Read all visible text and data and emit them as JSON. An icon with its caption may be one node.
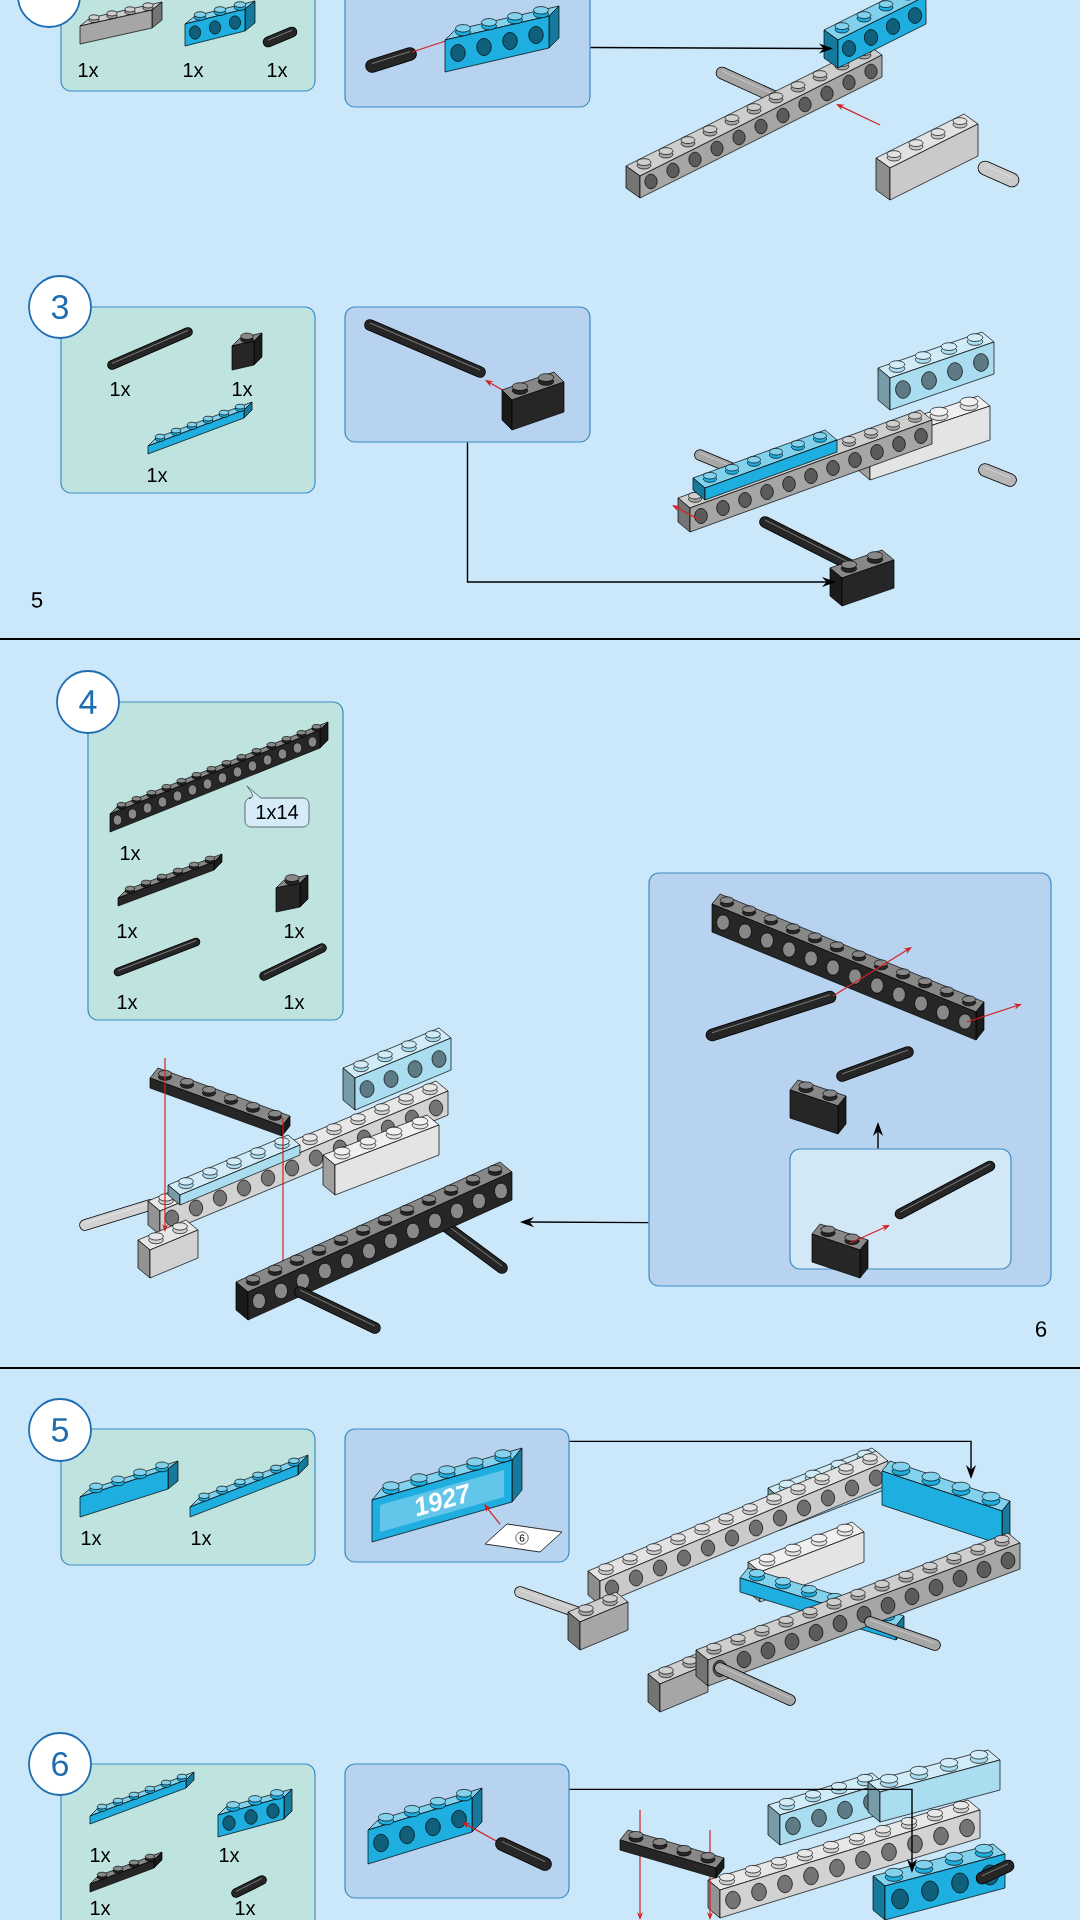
{
  "diagram": {
    "nodes": [
      {
        "text": [],
        "shape": "circle"
      },
      {
        "text": [
          "1x",
          "1x",
          "1x"
        ]
      },
      {
        "text": [],
        "shape": "box"
      },
      {
        "text": [],
        "shape": "picture"
      },
      {
        "text": [
          "3"
        ]
      },
      {
        "text": [
          "1x",
          "1x",
          "1x"
        ]
      },
      {
        "text": [],
        "shape": "box"
      },
      {
        "text": [],
        "shape": "picture"
      },
      {
        "text": [
          "4"
        ]
      },
      {
        "text": [
          "1x14",
          "1x",
          "1x",
          "1x",
          "1x",
          "1x"
        ]
      },
      {
        "text": [],
        "shape": "box"
      },
      {
        "text": [],
        "shape": "picture",
        "in": 10
      },
      {
        "text": [],
        "shape": "box",
        "in": 10
      },
      {
        "text": [],
        "shape": "picture"
      },
      {
        "text": [
          "5"
        ]
      },
      {
        "text": [
          "1x",
          "1x"
        ]
      },
      {
        "text": [
          "1927",
          "6"
        ]
      },
      {
        "text": [],
        "shape": "picture"
      },
      {
        "text": [
          "6"
        ]
      },
      {
        "text": [
          "1x",
          "1x",
          "1x",
          "1x"
        ]
      },
      {
        "text": [],
        "shape": "box"
      },
      {
        "text": [],
        "shape": "picture"
      }
    ],
    "edges": [
      {
        "from": 2,
        "to": 3,
        "arrow": "to"
      },
      {
        "from": 6,
        "to": 7,
        "arrow": "to"
      },
      {
        "from": 12,
        "to": 11,
        "arrow": "to"
      },
      {
        "from": 10,
        "to": 13,
        "arrow": "to"
      },
      {
        "from": 16,
        "to": 17,
        "arrow": "to"
      },
      {
        "from": 20,
        "to": 21,
        "arrow": "to"
      }
    ],
    "labels": [
      "5",
      "6"
    ]
  }
}
